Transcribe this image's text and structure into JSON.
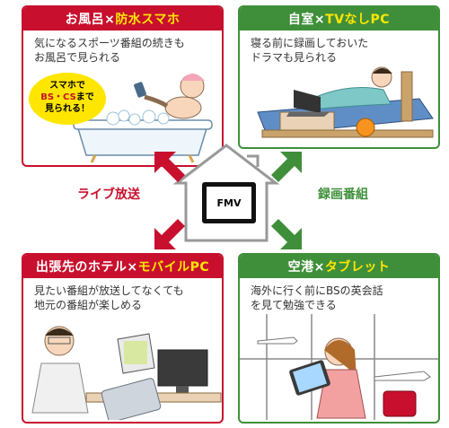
{
  "panels": {
    "bath": {
      "title_main": "お風呂×",
      "title_accent": "防水スマホ",
      "desc": "気になるスポーツ番組の続きも\nお風呂で見られる",
      "bubble_line1": "スマホで",
      "bubble_line2": "BS・CS",
      "bubble_line2b": "まで",
      "bubble_line3": "見られる！"
    },
    "home": {
      "title_main": "自室×",
      "title_accent": "TVなしPC",
      "desc": "寝る前に録画しておいた\nドラマも見られる"
    },
    "hotel": {
      "title_main": "出張先のホテル×",
      "title_accent": "モバイルPC",
      "desc": "見たい番組が放送してなくても\n地元の番組が楽しめる"
    },
    "airport": {
      "title_main": "空港×",
      "title_accent": "タブレット",
      "desc": "海外に行く前にBSの英会話\nを見て勉強できる"
    }
  },
  "center": {
    "device_label": "FMV",
    "live_label": "ライブ放送",
    "recorded_label": "録画番組"
  },
  "colors": {
    "red": "#c8102e",
    "green": "#3f8f3a",
    "accent_yellow": "#ffe600"
  }
}
